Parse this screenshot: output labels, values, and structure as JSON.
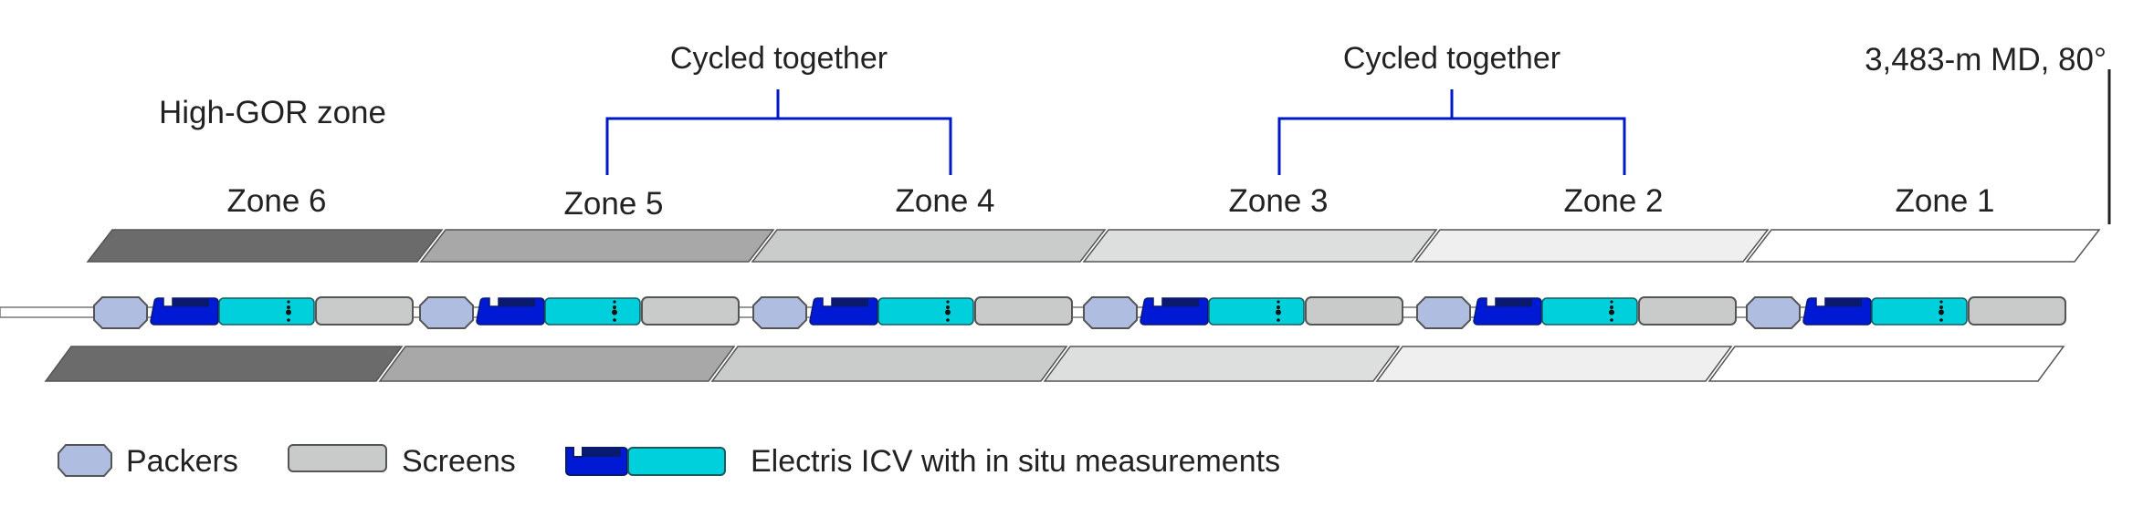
{
  "diagram": {
    "annotations": {
      "high_gor_label": "High-GOR zone",
      "depth_label": "3,483-m MD, 80°"
    },
    "cycle_groups": [
      {
        "label": "Cycled together",
        "zones": [
          "Zone 5",
          "Zone 4"
        ]
      },
      {
        "label": "Cycled together",
        "zones": [
          "Zone 3",
          "Zone 2"
        ]
      }
    ],
    "zones": [
      {
        "label": "Zone 6",
        "shade": "#6b6b6b"
      },
      {
        "label": "Zone 5",
        "shade": "#a8a8a8"
      },
      {
        "label": "Zone 4",
        "shade": "#c9cccb"
      },
      {
        "label": "Zone 3",
        "shade": "#dcdfde"
      },
      {
        "label": "Zone 2",
        "shade": "#efefef"
      },
      {
        "label": "Zone 1",
        "shade": "#ffffff"
      }
    ],
    "legend": [
      {
        "key": "packer",
        "label": "Packers"
      },
      {
        "key": "screen",
        "label": "Screens"
      },
      {
        "key": "icv",
        "label": "Electris ICV with in situ measurements"
      }
    ],
    "colors": {
      "packer_fill": "#aebde0",
      "screen_fill": "#c8cbca",
      "icv_blue": "#0019d4",
      "icv_dark": "#0a1a6e",
      "icv_cyan": "#00d0dc",
      "bracket": "#0019c8",
      "outline": "#555555",
      "text": "#222222"
    }
  }
}
